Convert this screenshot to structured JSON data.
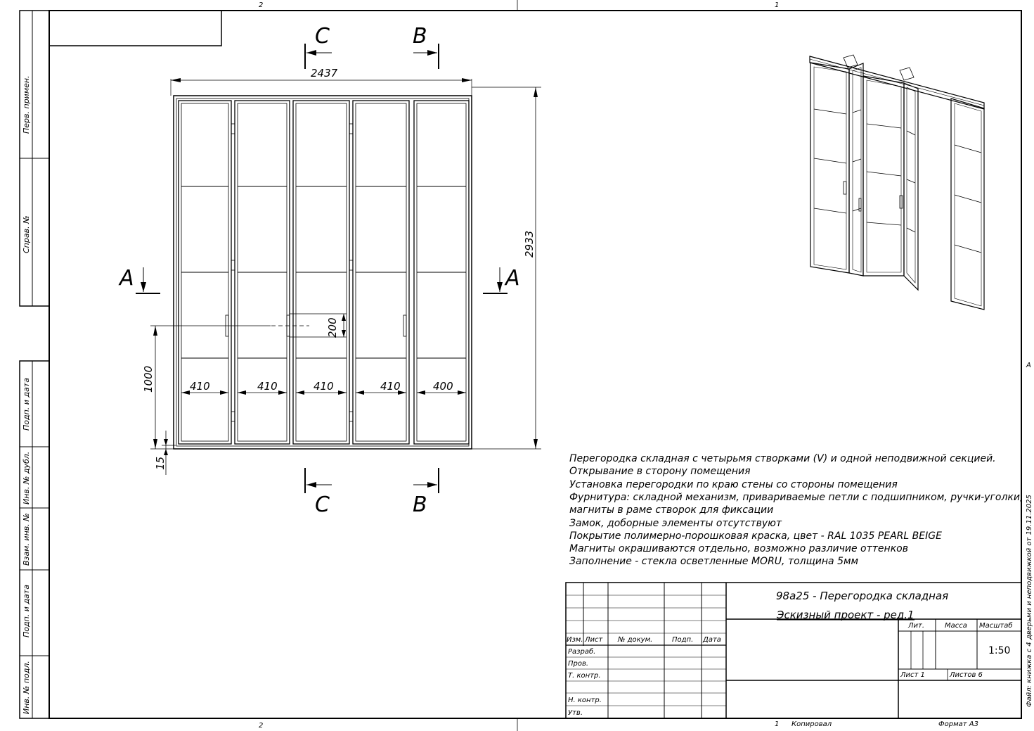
{
  "sheet": {
    "zones": {
      "top_left": "2",
      "top_right": "1",
      "bottom_left": "2",
      "bottom_right": "1",
      "right_mid": "A"
    },
    "copied_by": "Копировал",
    "format": "Формат А3",
    "file_caption": "Файл: книжка с 4 дверьми и неподвижкой от 19.11.2025"
  },
  "side_stamp": [
    "Перв. примен.",
    "Справ. №",
    "Подп. и дата",
    "Инв. № дубл.",
    "Взам. инв. №",
    "Подп. и дата",
    "Инв. № подл."
  ],
  "drawing": {
    "cut_labels": {
      "c": "C",
      "b": "B",
      "a": "A"
    },
    "dims": {
      "overall_width": "2437",
      "overall_height": "2933",
      "handle_height": "1000",
      "handle_length": "200",
      "floor_gap": "15",
      "leaf_widths": [
        "410",
        "410",
        "410",
        "410",
        "400"
      ]
    }
  },
  "notes": [
    "Перегородка складная с четырьмя створками (V) и одной неподвижной секцией.",
    "Открывание в сторону помещения",
    "Установка перегородки по краю стены со стороны помещения",
    "Фурнитура: складной механизм, привариваемые петли с подшипником, ручки-уголки,",
    "магниты в раме створок для фиксации",
    "Замок, доборные элементы отсутствуют",
    "Покрытие полимерно-порошковая краска, цвет - RAL 1035 PEARL BEIGE",
    "Магниты окрашиваются отдельно, возможно различие оттенков",
    "Заполнение - стекла осветленные MORU, толщина 5мм"
  ],
  "title_block": {
    "title": "98а25 - Перегородка складная",
    "subtitle": "Эскизный проект - ред.1",
    "col_headers": [
      "Изм.",
      "Лист",
      "№ докум.",
      "Подп.",
      "Дата"
    ],
    "roles": [
      "Разраб.",
      "Пров.",
      "Т. контр.",
      "Н. контр.",
      "Утв."
    ],
    "lit": "Лит.",
    "mass": "Масса",
    "scale_label": "Масштаб",
    "scale": "1:50",
    "sheet": "Лист 1",
    "sheets": "Листов 6"
  }
}
